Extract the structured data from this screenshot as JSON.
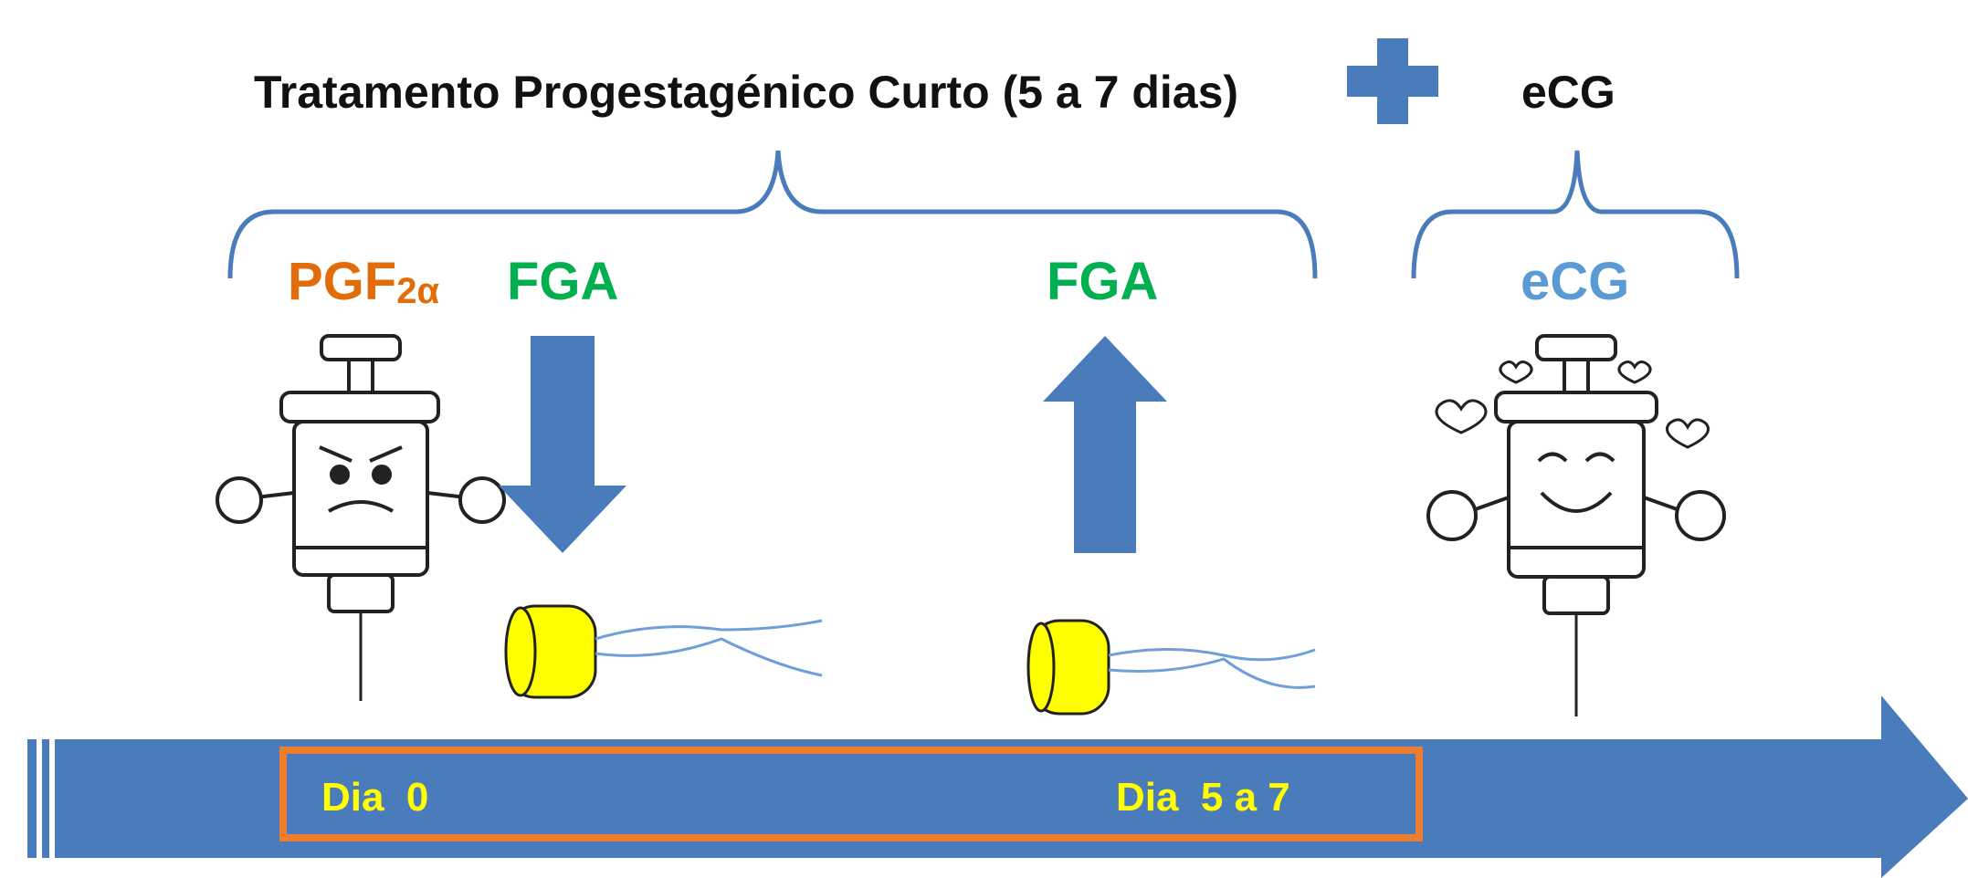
{
  "header": {
    "treatment_title": "Tratamento Progestagénico Curto (5 a 7 dias)",
    "plus_icon": "plus-icon",
    "ecg_title": "eCG"
  },
  "labels": {
    "pgf_base": "PGF",
    "pgf_sub": "2α",
    "fga_insert": "FGA",
    "fga_remove": "FGA",
    "ecg": "eCG"
  },
  "timeline": {
    "day0": "Dia  0",
    "day5to7": "Dia  5 a 7"
  },
  "icons": {
    "pgf_syringe": "angry-syringe-icon",
    "ecg_syringe": "happy-syringe-icon",
    "insert_arrow": "arrow-down-icon",
    "remove_arrow": "arrow-up-icon",
    "sponge": "vaginal-sponge-icon"
  },
  "colors": {
    "blue": "#4A7BBB",
    "pgf_orange": "#E36C0A",
    "fga_green": "#00B050",
    "ecg_blue": "#5B9BD5",
    "day_yellow": "#FFFF00",
    "box_orange": "#ED7D31",
    "sponge_yellow": "#FFFF00"
  }
}
